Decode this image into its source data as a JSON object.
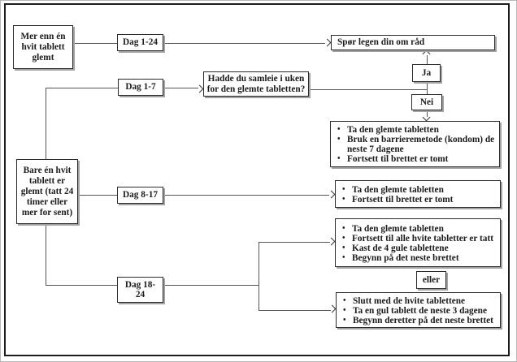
{
  "diagram": {
    "language": "Norwegian",
    "nodes": {
      "more_than_one": {
        "text": "Mer enn én\nhvit tablett\nglemt"
      },
      "one_missed": {
        "text": "Bare én hvit\ntablett er\nglemt (tatt 24\ntimer eller\nmer for sent)"
      },
      "day_1_24": {
        "label": "Dag 1-24"
      },
      "day_1_7": {
        "label": "Dag 1-7"
      },
      "day_8_17": {
        "label": "Dag 8-17"
      },
      "day_18_24": {
        "label": "Dag 18-\n24"
      },
      "ask_doctor": {
        "text": "Spør legen din om råd"
      },
      "question": {
        "text": "Hadde du samleie i uken\nfor den glemte tabletten?"
      },
      "yes": {
        "label": "Ja"
      },
      "no": {
        "label": "Nei"
      },
      "or": {
        "label": "eller"
      },
      "advice_day_1_7": {
        "bullets": [
          "Ta den glemte tabletten",
          "Bruk en barrieremetode (kondom) de neste 7 dagene",
          "Fortsett til brettet er tomt"
        ]
      },
      "advice_day_8_17": {
        "bullets": [
          "Ta den glemte tabletten",
          "Fortsett til brettet er tomt"
        ]
      },
      "advice_day_18_24_option1": {
        "bullets": [
          "Ta den glemte tabletten",
          "Fortsett til alle hvite tabletter er tatt",
          "Kast de 4 gule tablettene",
          "Begynn på det neste brettet"
        ]
      },
      "advice_day_18_24_option2": {
        "bullets": [
          "Slutt med de hvite tablettene",
          "Ta en gul tablett de neste 3 dagene",
          "Begynn deretter på det neste brettet"
        ]
      }
    },
    "colors": {
      "background": "#ffffff",
      "frame_border": "#1c1c1c",
      "box_border": "#2b2b2b",
      "connector_line": "#555555",
      "text": "#1a1a1a",
      "box_shadow": "#a3a3a3"
    }
  }
}
